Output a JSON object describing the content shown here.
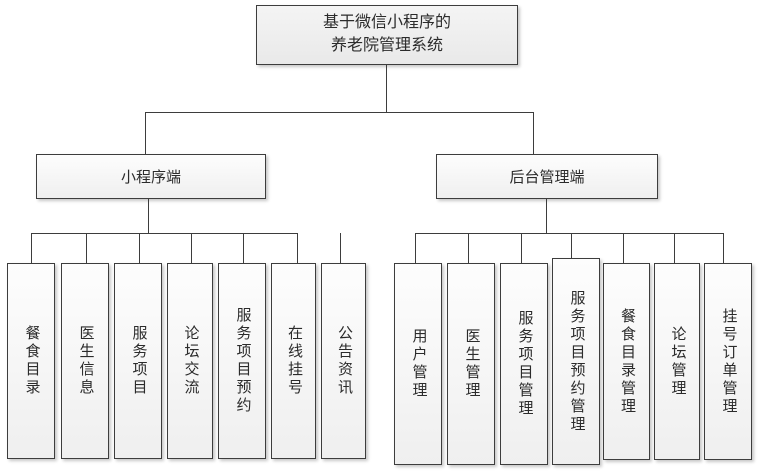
{
  "diagram": {
    "type": "org-chart",
    "root": {
      "label_line1": "基于微信小程序的",
      "label_line2": "养老院管理系统"
    },
    "branches": [
      {
        "label": "小程序端",
        "children": [
          {
            "label": "餐食目录"
          },
          {
            "label": "医生信息"
          },
          {
            "label": "服务项目"
          },
          {
            "label": "论坛交流"
          },
          {
            "label": "服务项目预约"
          },
          {
            "label": "在线挂号"
          },
          {
            "label": "公告资讯"
          }
        ]
      },
      {
        "label": "后台管理端",
        "children": [
          {
            "label": "用户管理"
          },
          {
            "label": "医生管理"
          },
          {
            "label": "服务项目管理"
          },
          {
            "label": "服务项目预约管理"
          },
          {
            "label": "餐食目录管理"
          },
          {
            "label": "论坛管理"
          },
          {
            "label": "挂号订单管理"
          }
        ]
      }
    ],
    "colors": {
      "border": "#3d3d3d",
      "fill_top": "#fdfdfd",
      "fill_bottom": "#efefef",
      "text": "#2b2b2b",
      "background": "#ffffff"
    }
  }
}
